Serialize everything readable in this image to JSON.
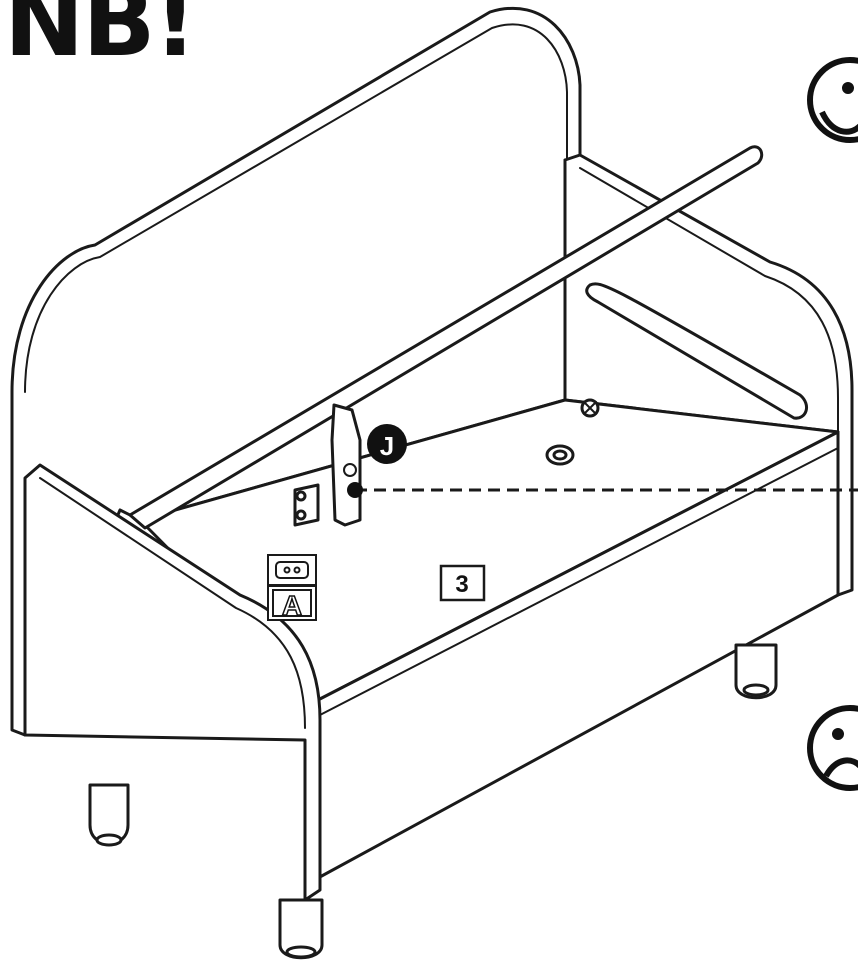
{
  "heading": "NB!",
  "callouts": {
    "hinge_letter": "J",
    "panel_number": "3",
    "label_letter": "A"
  },
  "icons": {
    "correct": "smiley-happy-icon",
    "incorrect": "smiley-sad-icon",
    "hinge": "hinge-icon",
    "label": "hinge-label-icon"
  },
  "colors": {
    "ink": "#1a1a1a",
    "paper": "#ffffff",
    "callout_fill": "#111111"
  }
}
